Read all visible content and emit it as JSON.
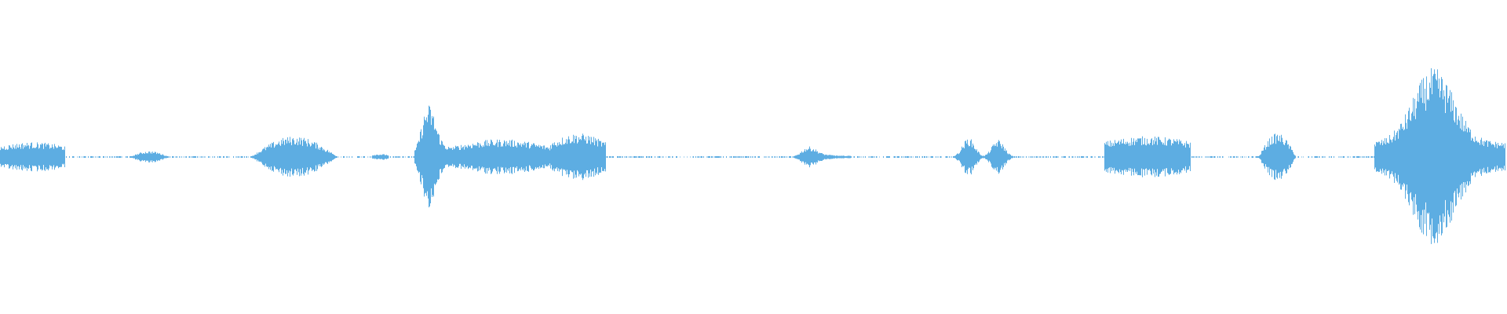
{
  "waveform": {
    "color": "#5DADE2",
    "segments": [
      {
        "start": 0.0,
        "end": 0.043,
        "peak": 0.1,
        "shape": "flat"
      },
      {
        "start": 0.086,
        "end": 0.112,
        "peak": 0.04,
        "shape": "bump"
      },
      {
        "start": 0.166,
        "end": 0.224,
        "peak": 0.14,
        "shape": "bump"
      },
      {
        "start": 0.247,
        "end": 0.258,
        "peak": 0.02,
        "shape": "flat"
      },
      {
        "start": 0.275,
        "end": 0.311,
        "peak": 0.3,
        "shape": "spike-left"
      },
      {
        "start": 0.3,
        "end": 0.365,
        "peak": 0.12,
        "shape": "swell"
      },
      {
        "start": 0.365,
        "end": 0.402,
        "peak": 0.16,
        "shape": "swell"
      },
      {
        "start": 0.527,
        "end": 0.565,
        "peak": 0.06,
        "shape": "spike-left"
      },
      {
        "start": 0.633,
        "end": 0.672,
        "peak": 0.13,
        "shape": "double"
      },
      {
        "start": 0.733,
        "end": 0.79,
        "peak": 0.14,
        "shape": "flat"
      },
      {
        "start": 0.835,
        "end": 0.86,
        "peak": 0.16,
        "shape": "bump"
      },
      {
        "start": 0.912,
        "end": 0.999,
        "peak": 0.5,
        "shape": "spike-mid"
      }
    ],
    "silence_gaps": [
      {
        "start": 0.043,
        "end": 0.086
      },
      {
        "start": 0.112,
        "end": 0.166
      },
      {
        "start": 0.224,
        "end": 0.275
      },
      {
        "start": 0.402,
        "end": 0.527
      },
      {
        "start": 0.565,
        "end": 0.633
      },
      {
        "start": 0.672,
        "end": 0.733
      },
      {
        "start": 0.79,
        "end": 0.835
      },
      {
        "start": 0.86,
        "end": 0.912
      }
    ]
  }
}
